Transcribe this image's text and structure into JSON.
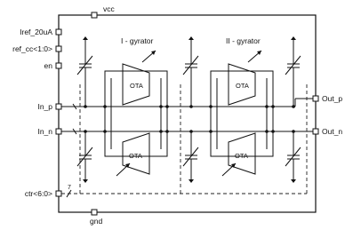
{
  "title": "",
  "pins": {
    "vcc": "vcc",
    "gnd": "gnd",
    "iref": "Iref_20uA",
    "ref_cc": "ref_cc<1:0>",
    "en": "en",
    "in_p": "In_p",
    "in_n": "In_n",
    "ctr": "ctr<6:0>",
    "out_p": "Out_p",
    "out_n": "Out_n"
  },
  "sections": {
    "gyrator_1": "I - gyrator",
    "gyrator_2": "II - gyrator"
  },
  "blocks": {
    "ota_label": "OTA"
  },
  "bus_marker": "7",
  "colors": {
    "line": "#111111",
    "background": "#ffffff"
  }
}
